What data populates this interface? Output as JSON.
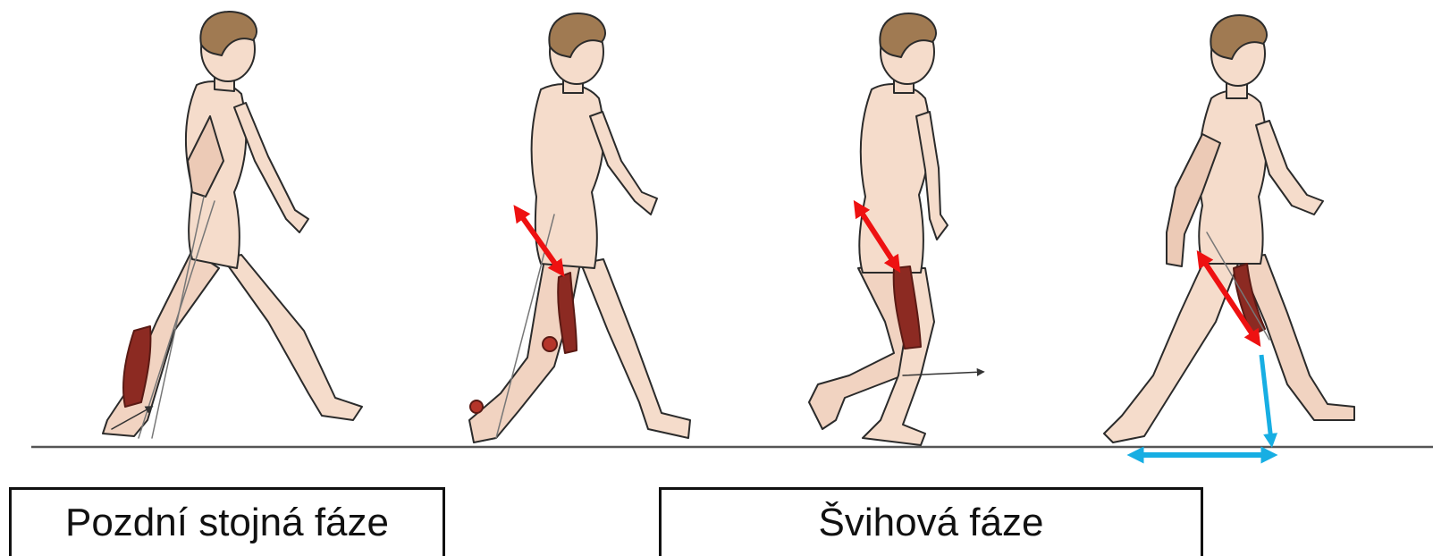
{
  "labels": {
    "late_stance": "Pozdní stojná fáze",
    "swing": "Švihová fáze"
  },
  "colors": {
    "skin": "#f3d8c6",
    "outline": "#2b2b2b",
    "hair": "#a07a52",
    "muscle": "#8c2a22",
    "bone": "#e8e8e8",
    "red_arrow": "#ee1111",
    "blue_arrow": "#17aee3",
    "ground": "#555555"
  },
  "figures": [
    {
      "name": "figure-late-stance"
    },
    {
      "name": "figure-swing-initial"
    },
    {
      "name": "figure-mid-swing"
    },
    {
      "name": "figure-terminal-swing"
    }
  ]
}
